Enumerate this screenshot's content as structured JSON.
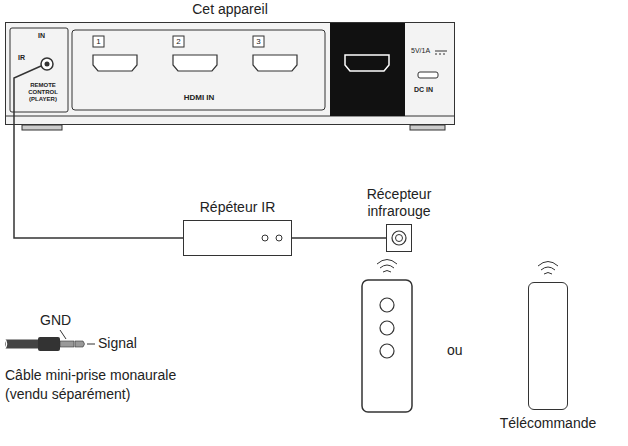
{
  "diagram": {
    "nodes": [
      {
        "text": [
          "Cet appareil"
        ]
      },
      {
        "text": [
          "Répéteur IR"
        ]
      },
      {
        "text": [
          "Récepteur infrarouge"
        ]
      },
      {
        "text": [
          "Télécommande"
        ]
      }
    ],
    "edges": [
      {
        "from": 0,
        "to": 1,
        "arrow": "none"
      },
      {
        "from": 1,
        "to": 2,
        "arrow": "none"
      }
    ],
    "labels": [
      "IN",
      "IR",
      "REMOTE CONTROL (PLAYER)",
      "1",
      "2",
      "3",
      "HDMI IN",
      "5V/1A",
      "DC IN",
      "GND",
      "Signal",
      "Câble mini-prise monaurale (vendu séparément)",
      "ou"
    ]
  }
}
